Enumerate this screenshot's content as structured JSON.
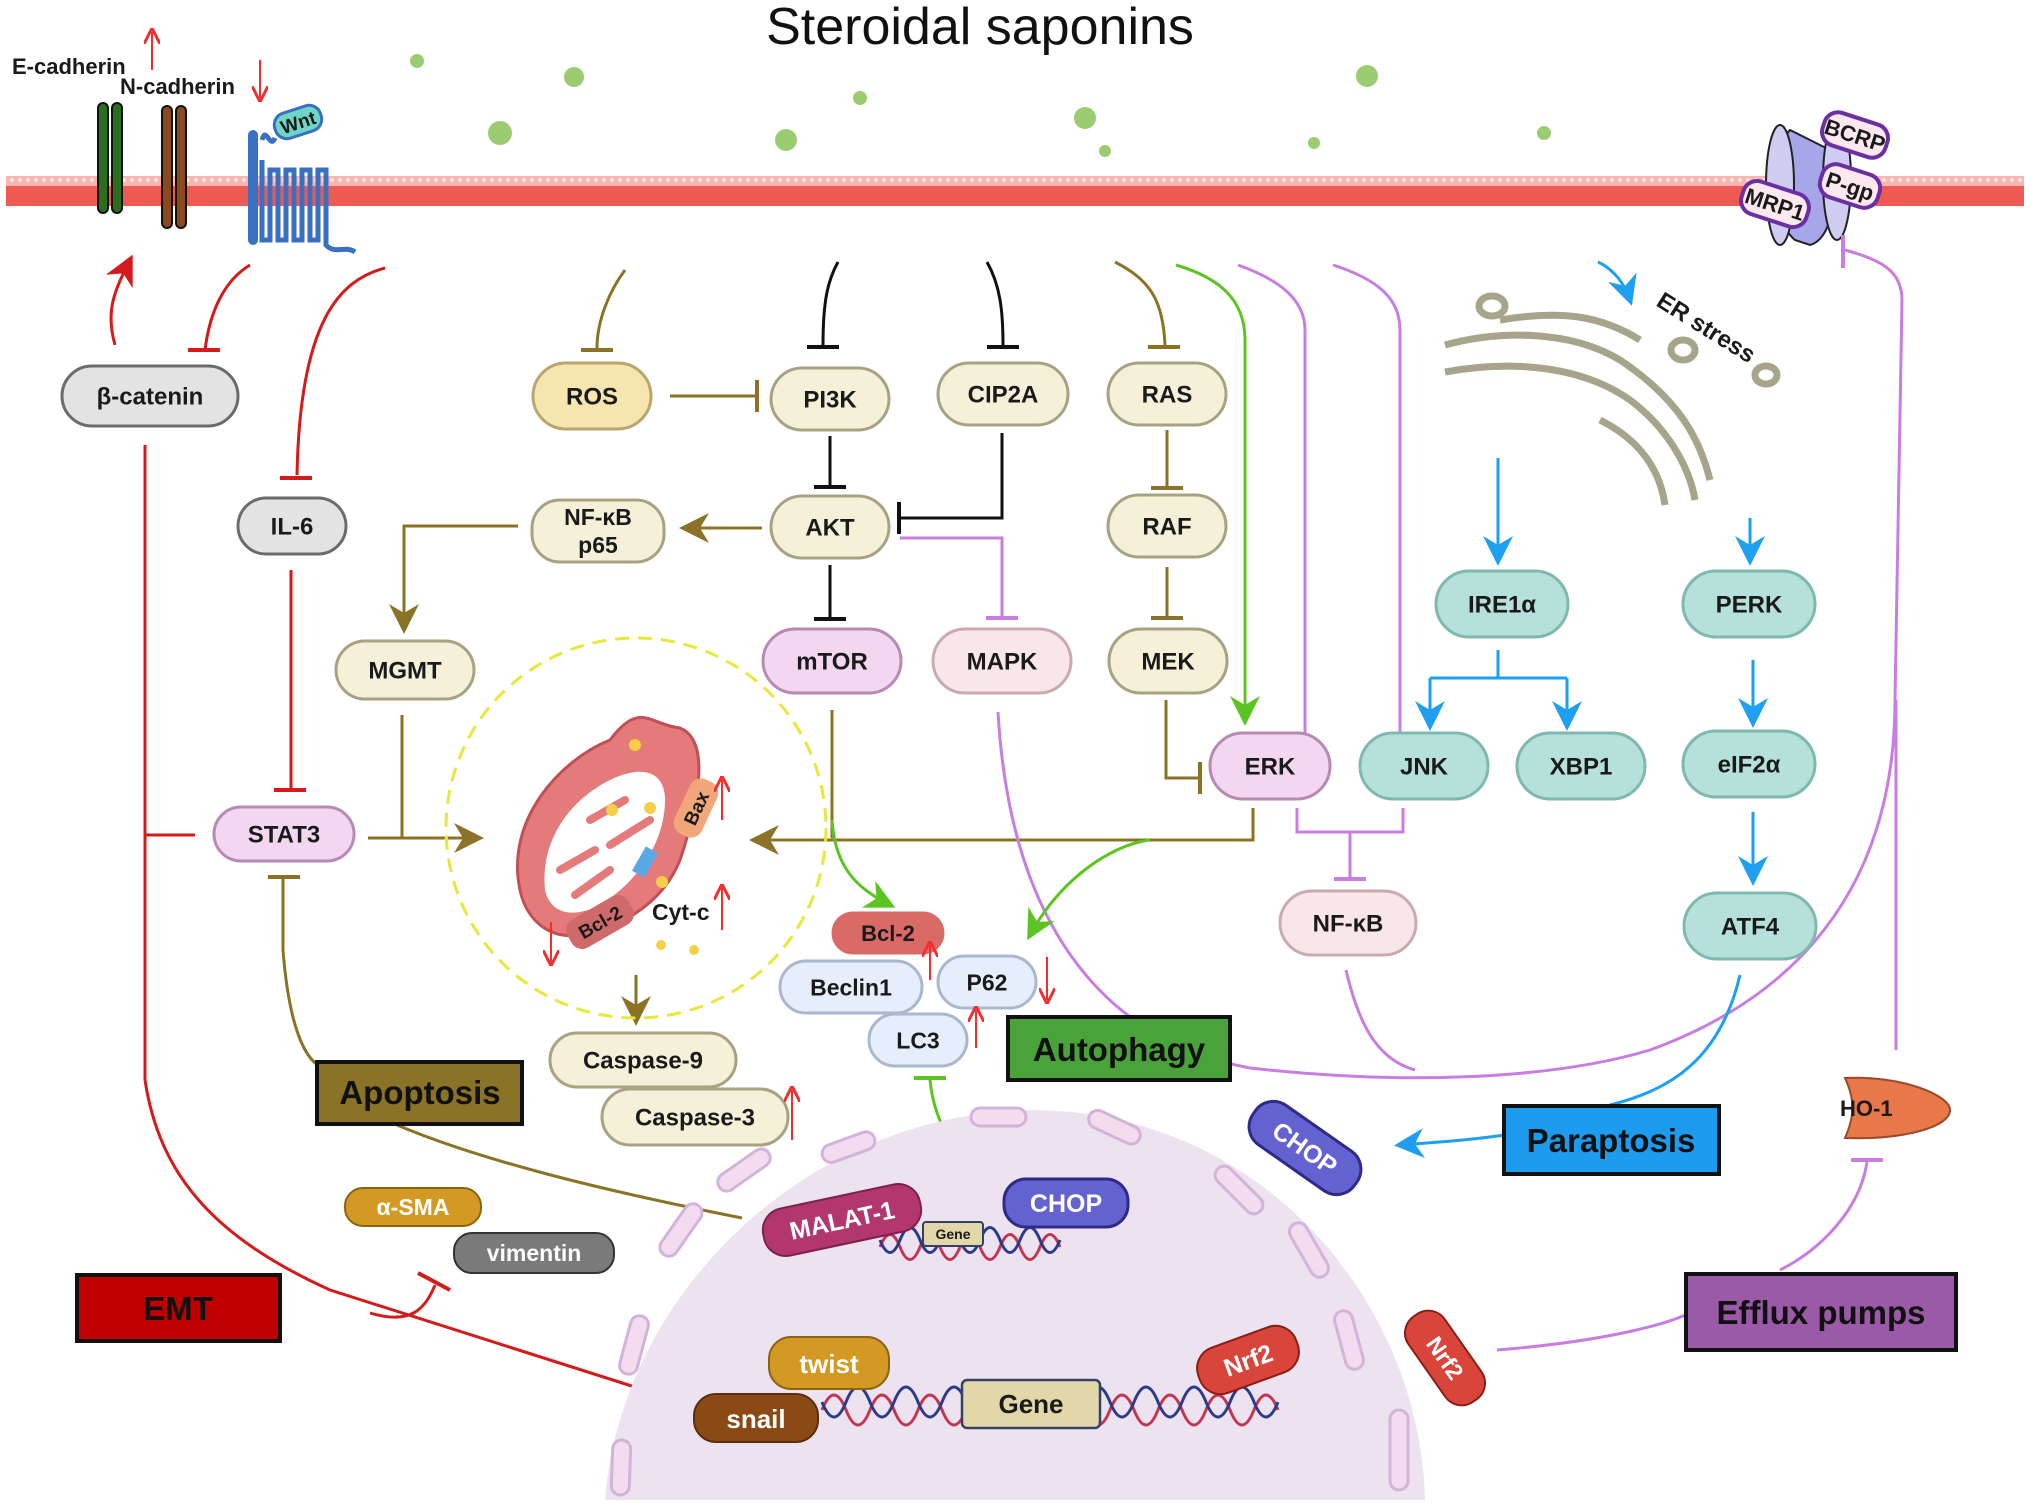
{
  "title": "Steroidal saponins",
  "membrane_markers": {
    "e_cadherin": {
      "label": "E-cadherin",
      "change": "up"
    },
    "n_cadherin": {
      "label": "N-cadherin",
      "change": "down"
    },
    "wnt": "Wnt"
  },
  "efflux_transporters": [
    "BCRP",
    "P-gp",
    "MRP1"
  ],
  "er": {
    "label": "ER stress"
  },
  "nodes": {
    "beta_catenin": "β-catenin",
    "il6": "IL-6",
    "stat3": "STAT3",
    "ros": "ROS",
    "pi3k": "PI3K",
    "cip2a": "CIP2A",
    "ras": "RAS",
    "nfkb_p65_line1": "NF-κB",
    "nfkb_p65_line2": "p65",
    "akt": "AKT",
    "raf": "RAF",
    "mgmt": "MGMT",
    "mtor": "mTOR",
    "mapk": "MAPK",
    "mek": "MEK",
    "erk": "ERK",
    "jnk": "JNK",
    "xbp1": "XBP1",
    "ire1a": "IRE1α",
    "perk": "PERK",
    "eif2a": "eIF2α",
    "atf4": "ATF4",
    "nfkb": "NF-κB",
    "caspase9": "Caspase-9",
    "caspase3": "Caspase-3",
    "bcl2_autophagy": "Bcl-2",
    "beclin1": "Beclin1",
    "p62": "P62",
    "lc3": "LC3",
    "ho1": "HO-1"
  },
  "mitochondrion": {
    "bax": "Bax",
    "bcl2": "Bcl-2",
    "cytc": "Cyt-c"
  },
  "emt_markers": {
    "asma": "α-SMA",
    "vimentin": "vimentin"
  },
  "nucleus": {
    "malat1": "MALAT-1",
    "chop_inner": "CHOP",
    "gene_small": "Gene",
    "twist": "twist",
    "snail": "snail",
    "gene": "Gene",
    "nrf2_inner": "Nrf2"
  },
  "outside_nucleus": {
    "chop_outer": "CHOP",
    "nrf2_outer": "Nrf2"
  },
  "processes": {
    "apoptosis": {
      "label": "Apoptosis",
      "color": "#8a7326"
    },
    "autophagy": {
      "label": "Autophagy",
      "color": "#4aa33a"
    },
    "paraptosis": {
      "label": "Paraptosis",
      "color": "#1c9bef"
    },
    "emt": {
      "label": "EMT",
      "color": "#c00000"
    },
    "efflux": {
      "label": "Efflux pumps",
      "color": "#9a5aa8"
    }
  },
  "colors": {
    "emt_path": "#d41a1a",
    "apoptosis_path": "#8a7326",
    "autophagy_path": "#5cc422",
    "efflux_path": "#c77ee0",
    "paraptosis_path": "#1e9ff0",
    "pi3k_path": "#111111",
    "membrane": "#ee5a52"
  }
}
